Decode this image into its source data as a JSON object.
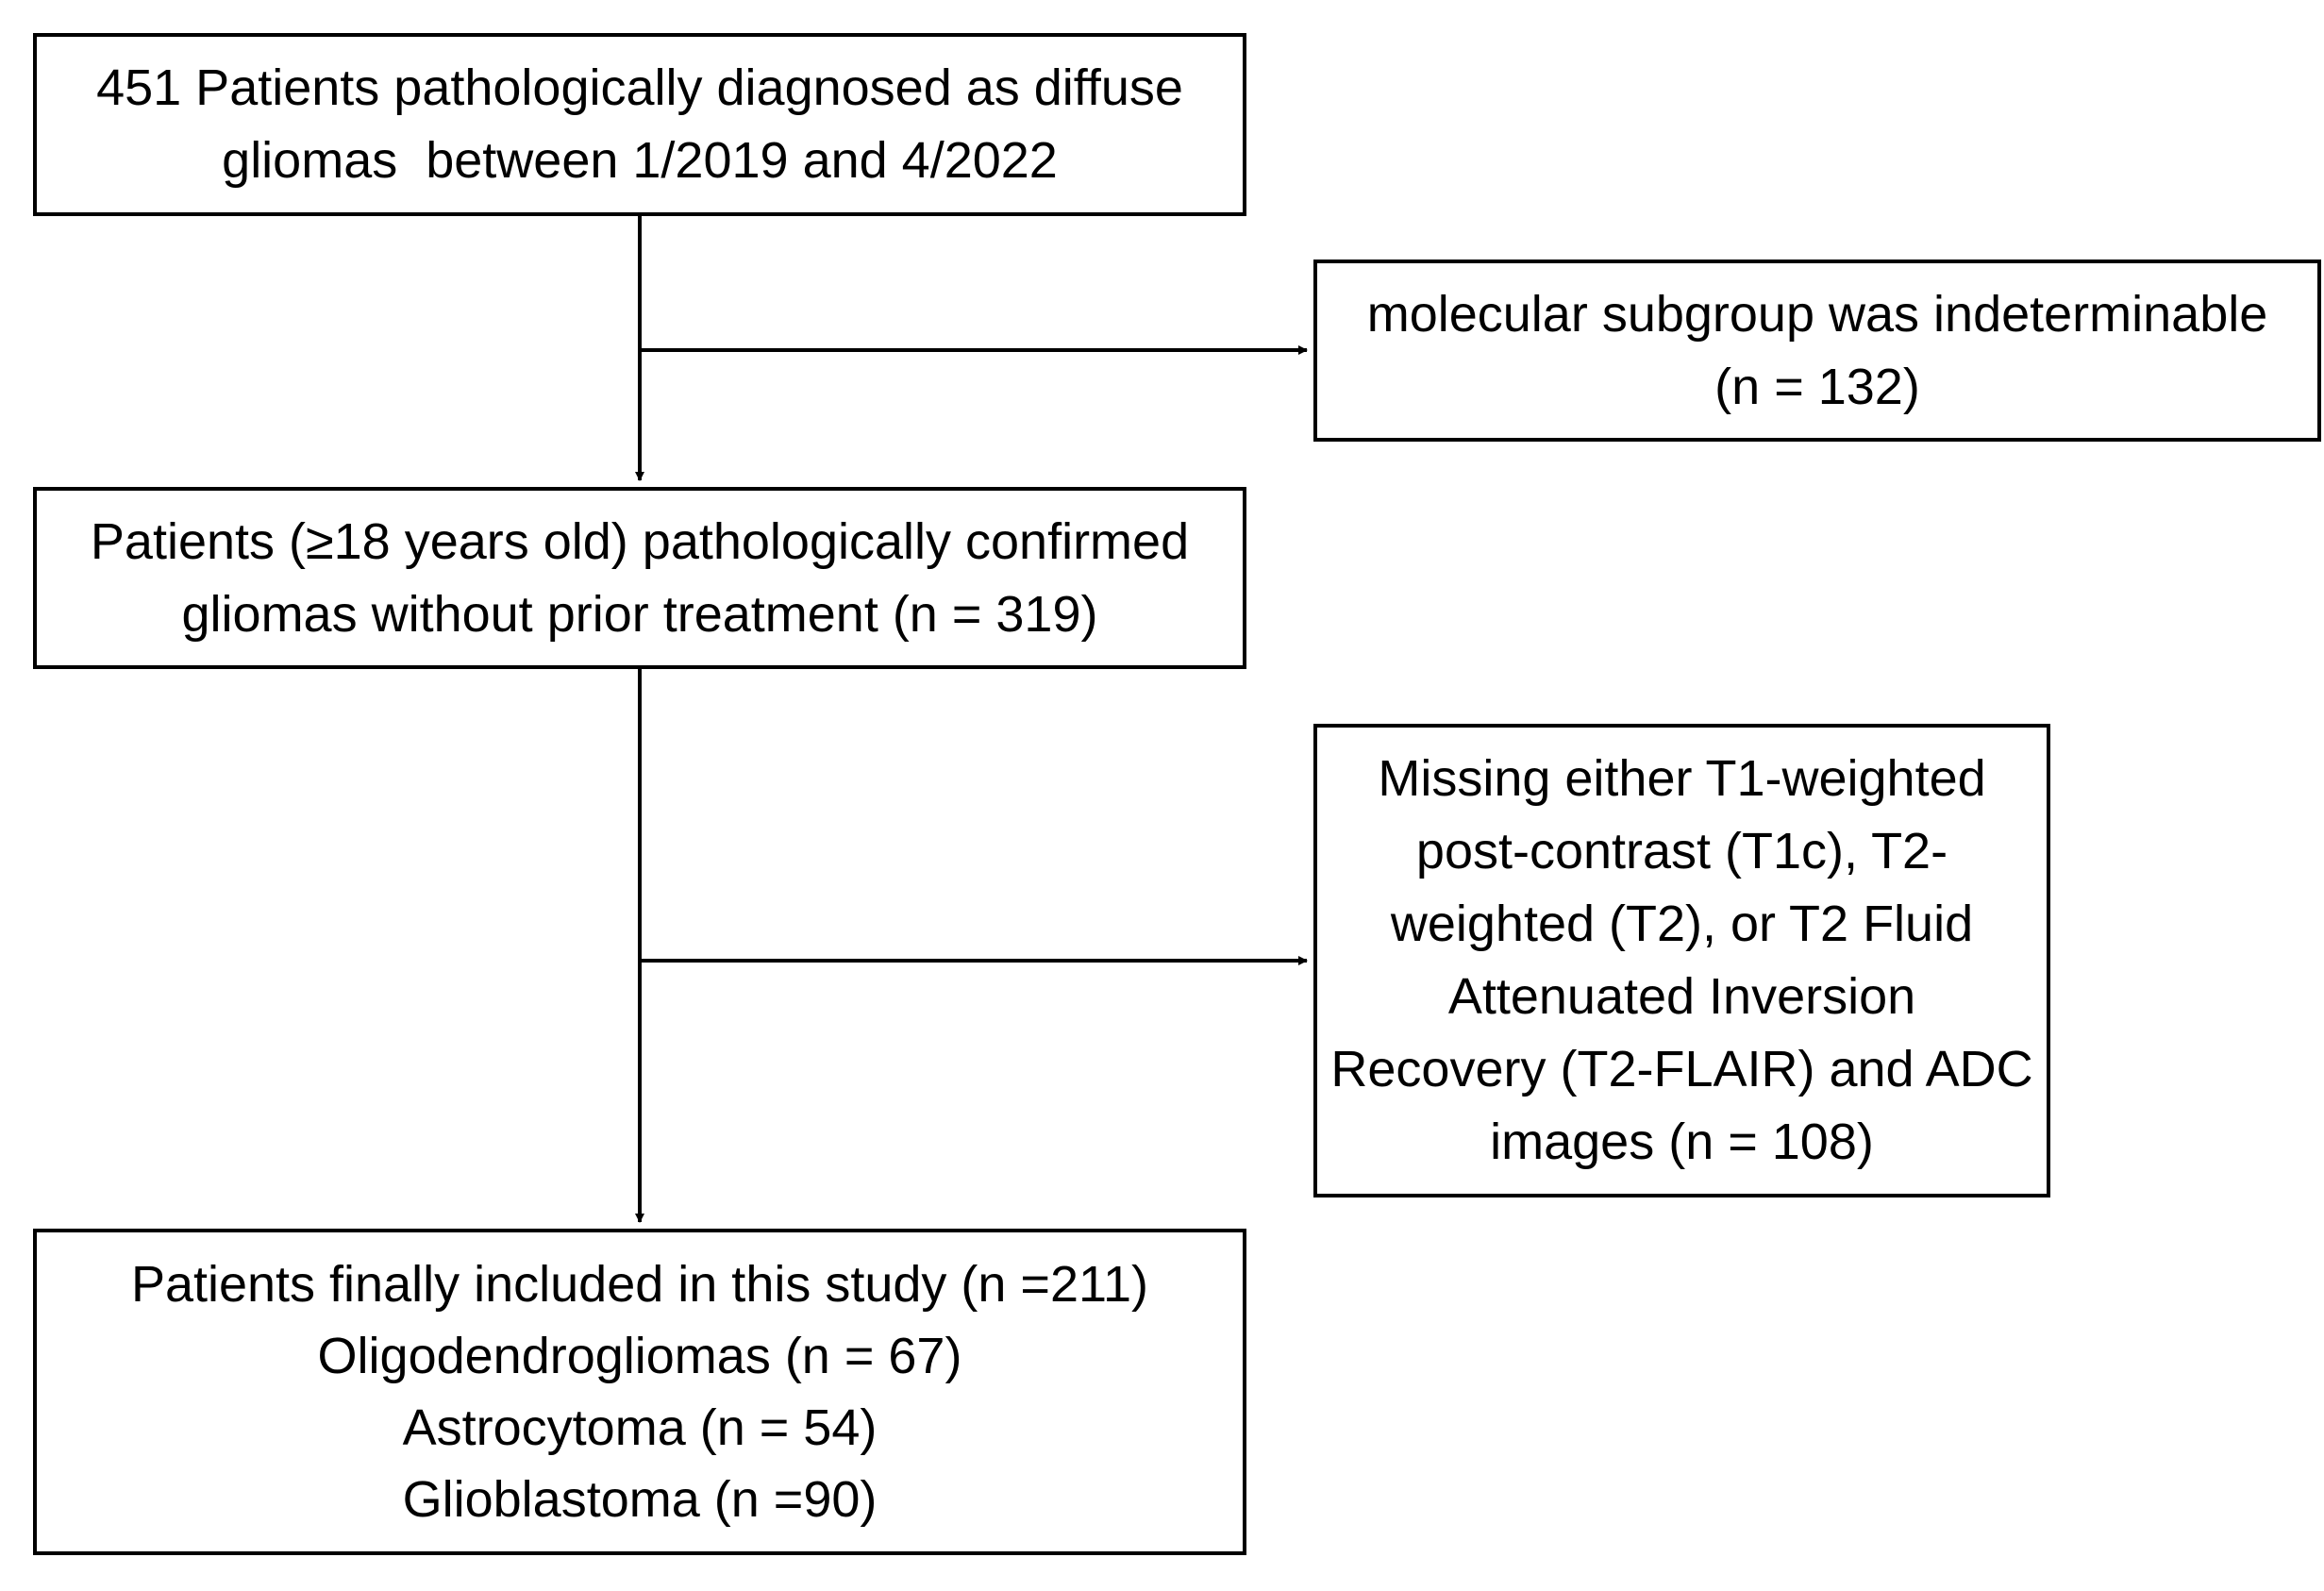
{
  "flowchart": {
    "start_box": {
      "lines": [
        "451 Patients pathologically diagnosed as diffuse",
        "gliomas  between 1/2019 and 4/2022"
      ]
    },
    "exclusion_1": {
      "lines": [
        "molecular subgroup was indeterminable",
        "(n = 132)"
      ]
    },
    "middle_box": {
      "lines": [
        "Patients (≥18 years old) pathologically confirmed",
        "gliomas without prior treatment (n = 319)"
      ]
    },
    "exclusion_2": {
      "lines": [
        "Missing either T1-weighted",
        "post-contrast (T1c), T2-",
        "weighted (T2), or T2 Fluid",
        "Attenuated Inversion",
        "Recovery (T2-FLAIR) and ADC",
        "images (n = 108)"
      ]
    },
    "final_box": {
      "lines": [
        "Patients finally included in this study (n =211)",
        "Oligodendrogliomas (n = 67)",
        "Astrocytoma (n = 54)",
        "Glioblastoma (n =90)"
      ]
    }
  }
}
